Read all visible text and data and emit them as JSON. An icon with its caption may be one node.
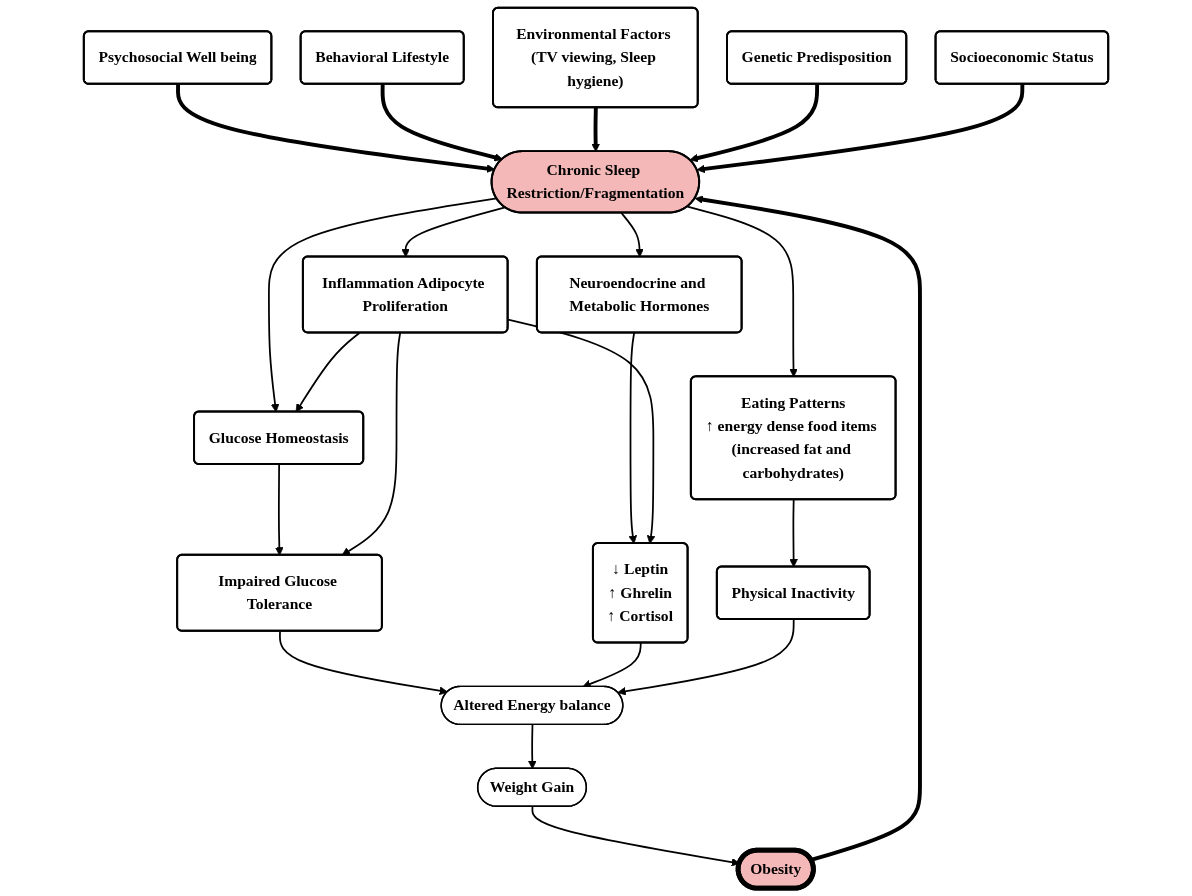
{
  "diagram": {
    "nodes": [
      {
        "text": [
          "Psychosocial Well being"
        ]
      },
      {
        "text": [
          "Behavioral Lifestyle"
        ]
      },
      {
        "text": [
          "Environmental Factors (TV viewing, Sleep hygiene)"
        ]
      },
      {
        "text": [
          "Genetic Predisposition"
        ]
      },
      {
        "text": [
          "Socioeconomic Status"
        ]
      },
      {
        "text": [
          "Chronic Sleep Restriction/Fragmentation"
        ]
      },
      {
        "text": [
          "Glucose Homeostasis"
        ]
      },
      {
        "text": [
          "Inflammation Adipocyte Proliferation"
        ]
      },
      {
        "text": [
          "Neuroendocrine and Metabolic Hormones"
        ]
      },
      {
        "text": [
          "Eating Patterns",
          "↑ energy dense food items (increased fat and carbohydrates)"
        ]
      },
      {
        "text": [
          "↓ Leptin",
          "↑ Ghrelin",
          "↑ Cortisol"
        ]
      },
      {
        "text": [
          "Impaired Glucose Tolerance"
        ]
      },
      {
        "text": [
          "Altered Energy balance"
        ]
      },
      {
        "text": [
          "Physical Inactivity"
        ]
      },
      {
        "text": [
          "Weight Gain"
        ]
      },
      {
        "text": [
          "Obesity"
        ]
      }
    ],
    "edges": [
      {
        "from": 0,
        "to": 5,
        "arrow": "to",
        "style": "thick"
      },
      {
        "from": 1,
        "to": 5,
        "arrow": "to",
        "style": "thick"
      },
      {
        "from": 2,
        "to": 5,
        "arrow": "to",
        "style": "thick"
      },
      {
        "from": 3,
        "to": 5,
        "arrow": "to",
        "style": "thick"
      },
      {
        "from": 4,
        "to": 5,
        "arrow": "to",
        "style": "thick"
      },
      {
        "from": 5,
        "to": 6,
        "arrow": "to"
      },
      {
        "from": 5,
        "to": 7,
        "arrow": "to"
      },
      {
        "from": 5,
        "to": 8,
        "arrow": "to"
      },
      {
        "from": 5,
        "to": 9,
        "arrow": "to"
      },
      {
        "from": 8,
        "to": 10,
        "arrow": "to"
      },
      {
        "from": 7,
        "to": 10,
        "arrow": "to"
      },
      {
        "from": 7,
        "to": 6,
        "arrow": "to"
      },
      {
        "from": 6,
        "to": 11,
        "arrow": "to"
      },
      {
        "from": 7,
        "to": 11,
        "arrow": "to"
      },
      {
        "from": 11,
        "to": 12,
        "arrow": "to"
      },
      {
        "from": 10,
        "to": 12,
        "arrow": "to"
      },
      {
        "from": 13,
        "to": 12,
        "arrow": "to"
      },
      {
        "from": 9,
        "to": 13,
        "arrow": "to"
      },
      {
        "from": 12,
        "to": 14,
        "arrow": "to"
      },
      {
        "from": 14,
        "to": 15,
        "arrow": "to"
      },
      {
        "from": 15,
        "to": 5,
        "arrow": "to",
        "style": "thick"
      }
    ]
  }
}
